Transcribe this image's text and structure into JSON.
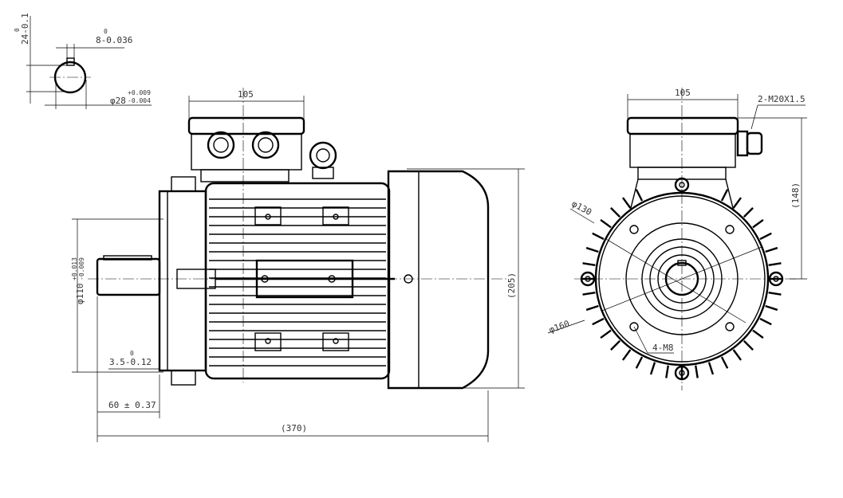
{
  "key_section": {
    "key_height": "24-0.1",
    "key_height_upper": "0",
    "key_width": "8-0.036",
    "key_width_upper": "0",
    "shaft_diameter": "φ28",
    "shaft_tol_upper": "+0.009",
    "shaft_tol_lower": "-0.004"
  },
  "side_view": {
    "terminal_box_width": "105",
    "spigot_diameter": "φ110",
    "spigot_tol_upper": "+0.013",
    "spigot_tol_lower": "-0.009",
    "spigot_depth": "3.5-0.12",
    "spigot_depth_upper": "0",
    "shaft_length": "60 ± 0.37",
    "overall_length": "(370)",
    "overall_height": "(205)"
  },
  "end_view": {
    "terminal_box_width": "105",
    "cable_gland": "2-M20X1.5",
    "axis_height": "(148)",
    "pcd_inner": "φ130",
    "pcd_outer": "φ160",
    "threaded_holes": "4-M8"
  },
  "colors": {
    "line": "#000000",
    "text": "#333333",
    "background": "#ffffff"
  }
}
